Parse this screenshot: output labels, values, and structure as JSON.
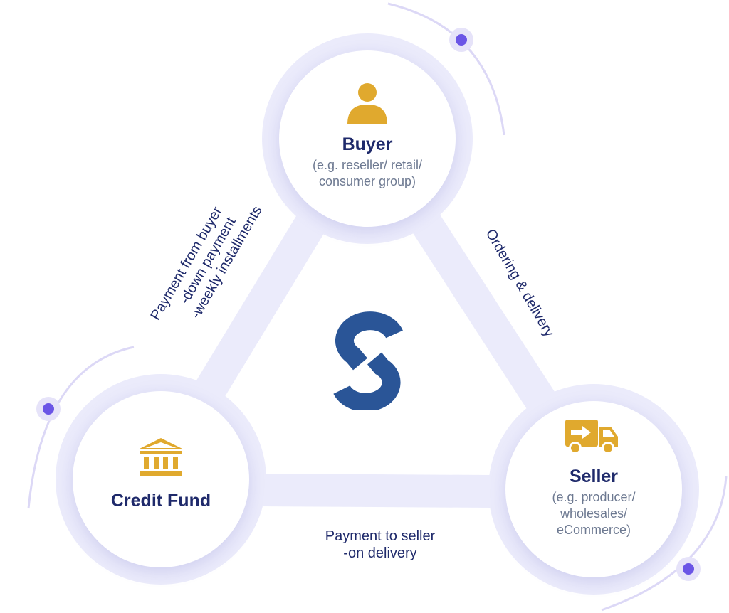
{
  "buyer": {
    "title": "Buyer",
    "subtitle_line1": "(e.g. reseller/ retail/",
    "subtitle_line2": "consumer group)",
    "icon": "person-icon"
  },
  "seller": {
    "title": "Seller",
    "subtitle_line1": "(e.g. producer/",
    "subtitle_line2": "wholesales/",
    "subtitle_line3": "eCommerce)",
    "icon": "delivery-truck-icon"
  },
  "credit_fund": {
    "title": "Credit Fund",
    "icon": "bank-icon"
  },
  "edges": {
    "buyer_credit": {
      "line1": "Payment from buyer",
      "line2": "-down payment",
      "line3": "-weekly installments"
    },
    "buyer_seller": {
      "line1": "Ordering & delivery"
    },
    "credit_seller": {
      "line1": "Payment to seller",
      "line2": "-on delivery"
    }
  },
  "center_logo": {
    "icon": "s-logo-icon"
  },
  "colors": {
    "title": "#1f2a6b",
    "subtitle": "#6d7991",
    "icon_gold": "#e0a92e",
    "logo_blue": "#2a5597",
    "accent_dot": "#6b55e6",
    "halo": "#ebebfb"
  }
}
